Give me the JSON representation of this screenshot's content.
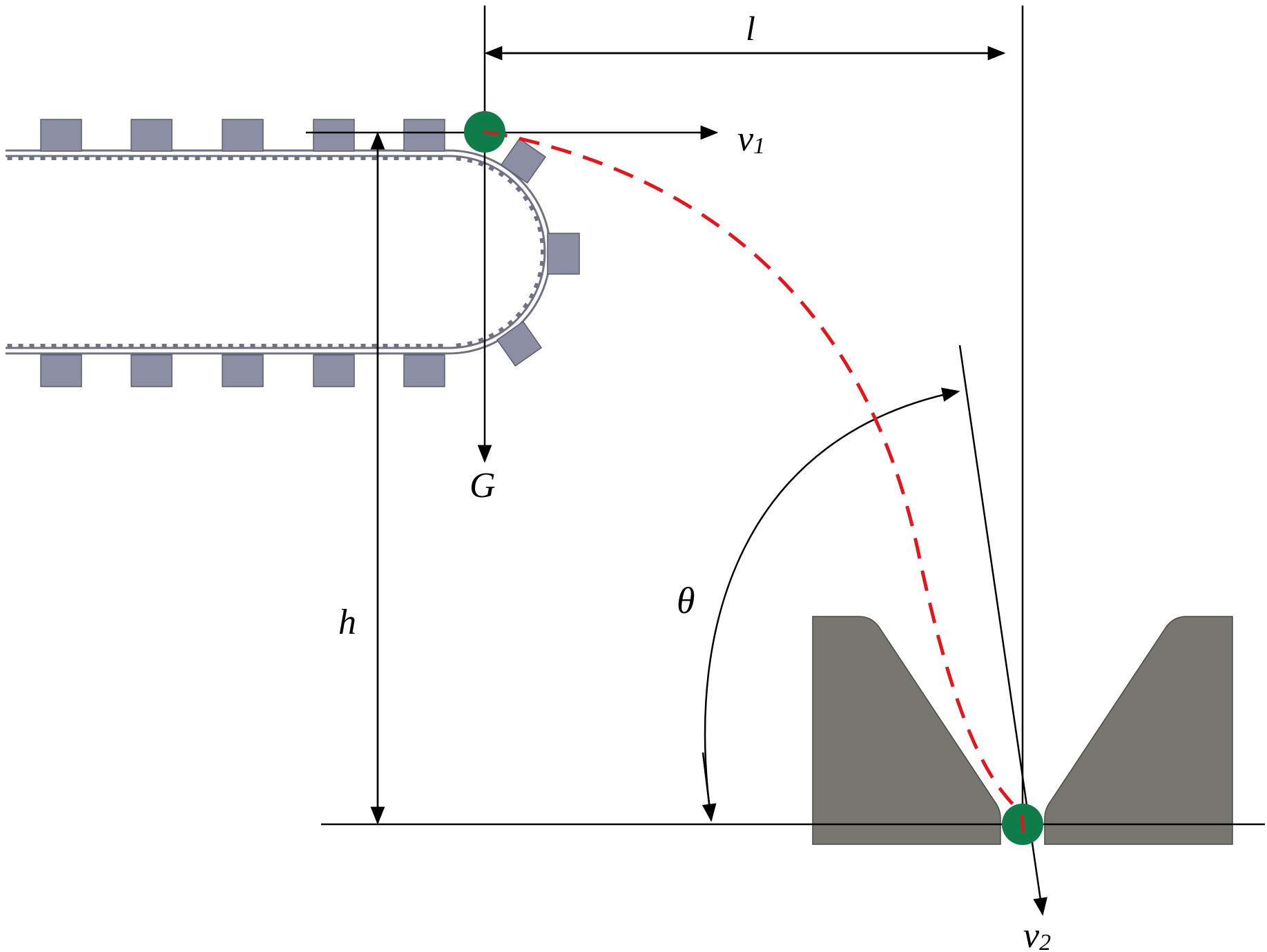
{
  "labels": {
    "l": "l",
    "v1_main": "v",
    "v1_sub": "1",
    "v2_main": "v",
    "v2_sub": "2",
    "G": "G",
    "h": "h",
    "theta": "θ"
  },
  "colors": {
    "ball": "#0e7d4a",
    "trajectory": "#e8141b",
    "pad": "#8c8fa3",
    "pad_stroke": "#5a5d6e",
    "belt": "#8a8d9e",
    "receiver": "#787670",
    "line": "#000000"
  }
}
